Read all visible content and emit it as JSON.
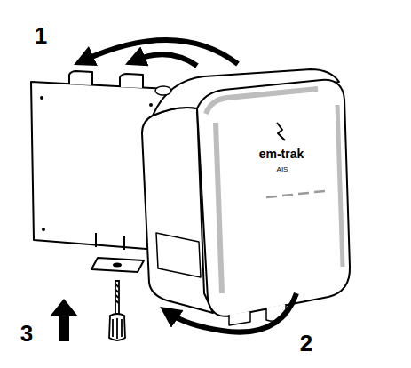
{
  "diagram": {
    "labels": [
      "1",
      "2",
      "3",
      "em-trak",
      "AIS"
    ]
  }
}
